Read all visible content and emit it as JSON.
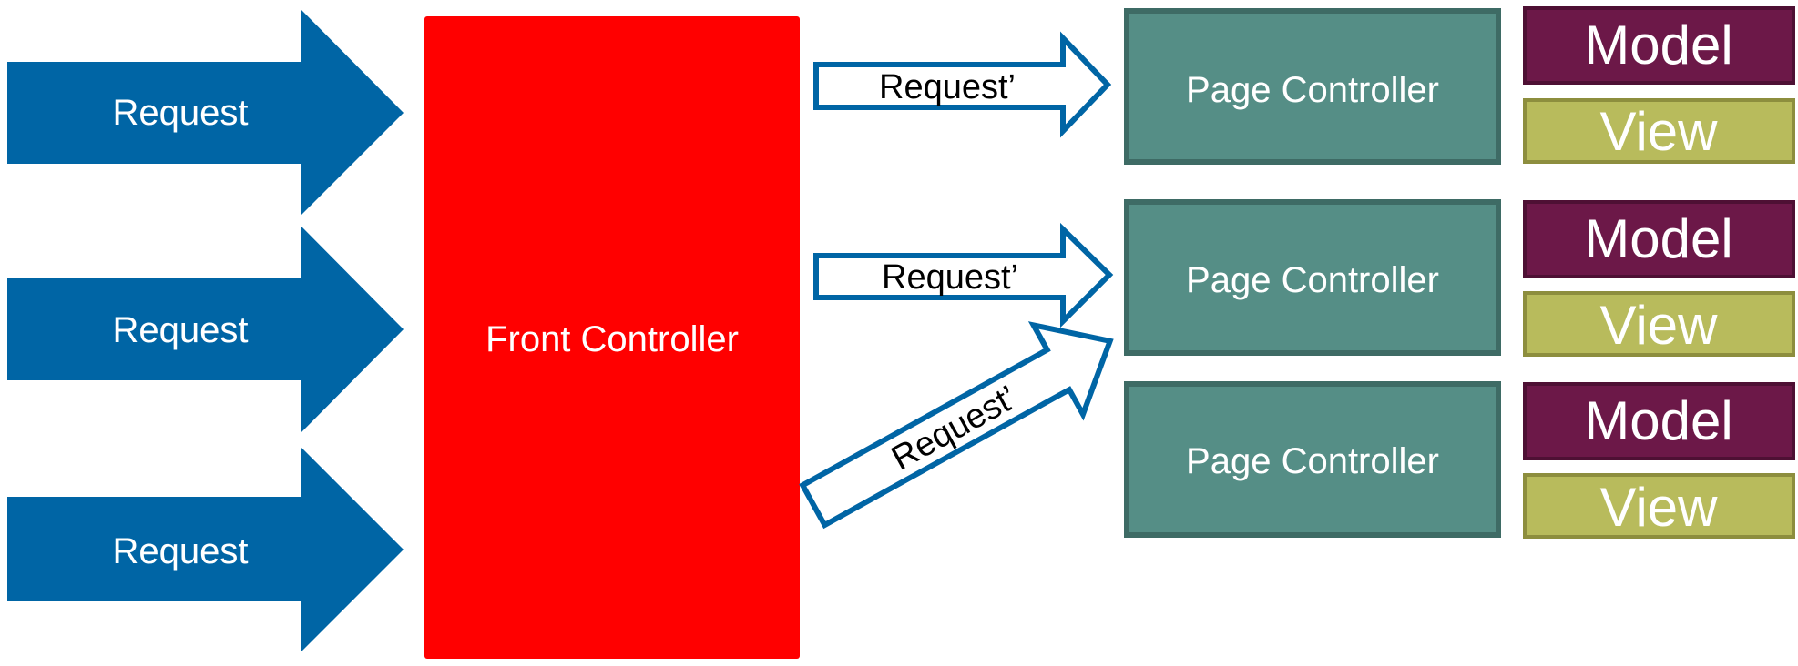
{
  "colors": {
    "incoming_arrow": "#0065A5",
    "front_controller": "#FF0000",
    "page_controller_fill": "#558E86",
    "page_controller_border": "#3E6B65",
    "model_fill": "#6C1848",
    "model_border": "#4E1034",
    "view_fill": "#B8BB5C",
    "view_border": "#8D8E3E",
    "forward_arrow_border": "#0065A5"
  },
  "incoming_requests": [
    {
      "label": "Request"
    },
    {
      "label": "Request"
    },
    {
      "label": "Request"
    }
  ],
  "front_controller": {
    "label": "Front Controller"
  },
  "forwarded_requests": [
    {
      "label": "Request’"
    },
    {
      "label": "Request’"
    },
    {
      "label": "Request’"
    }
  ],
  "page_controllers": [
    {
      "label": "Page Controller",
      "model": "Model",
      "view": "View"
    },
    {
      "label": "Page Controller",
      "model": "Model",
      "view": "View"
    },
    {
      "label": "Page Controller",
      "model": "Model",
      "view": "View"
    }
  ]
}
